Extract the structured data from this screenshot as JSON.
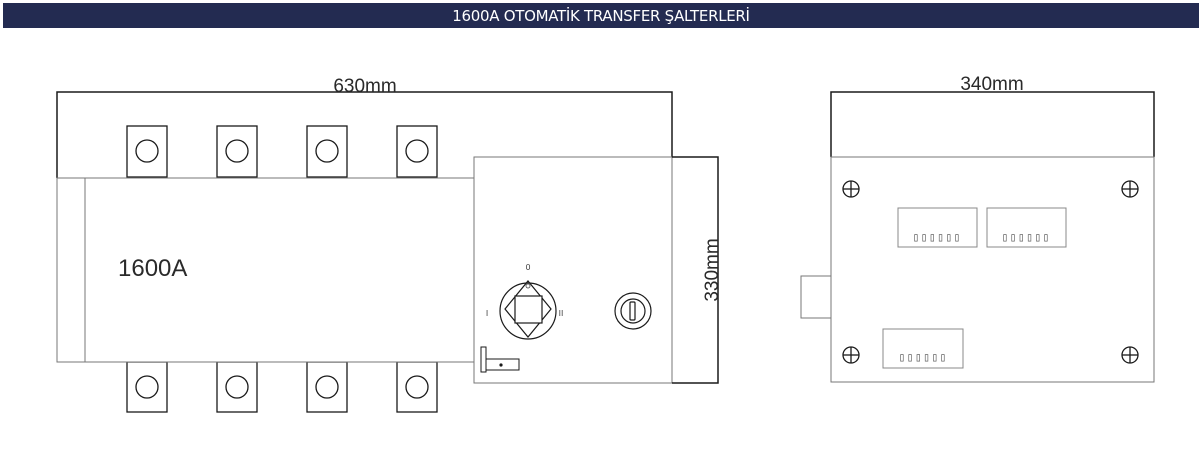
{
  "header": {
    "title": "1600A OTOMATİK TRANSFER ŞALTERLERİ"
  },
  "front_view": {
    "width_label": "630mm",
    "height_label": "330mm",
    "rating_label": "1600A",
    "selector_marks": {
      "top": "0",
      "left": "I",
      "right": "II"
    }
  },
  "side_view": {
    "width_label": "340mm",
    "terminal_pins": "▯▯▯▯▯▯"
  },
  "colors": {
    "title_bar": "#232b51",
    "line": "#1a1a1a",
    "panel_edge": "#777777"
  }
}
